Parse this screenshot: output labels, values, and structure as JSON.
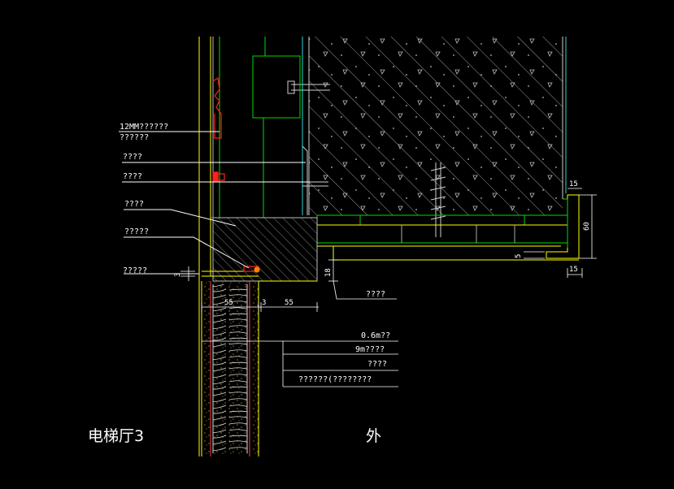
{
  "colors": {
    "background": "#000000",
    "wall_hatch": "#bdbdbd",
    "finish_line": "#ffff00",
    "frame_green": "#00dd00",
    "glass_cyan": "#33d6d6",
    "fixing_red": "#ff2020",
    "annotation": "#ffffff",
    "wood_fill": "#b07020"
  },
  "leaders": [
    {
      "text": "12MM??????",
      "text2": "??????"
    },
    {
      "text": "????"
    },
    {
      "text": "????"
    },
    {
      "text": "????"
    },
    {
      "text": "?????"
    },
    {
      "text": "?????"
    }
  ],
  "right_note": "????",
  "stack_notes": [
    "0.6m??",
    "9m????",
    "????",
    "??????(????????"
  ],
  "dims": {
    "d3_left": "3",
    "d55_a": "55",
    "d3_mid": "3",
    "d55_b": "55",
    "d18": "18",
    "d15_top": "15",
    "d60": "60",
    "d5": "5",
    "d15_bot": "15"
  },
  "room_labels": {
    "left": "电梯厅3",
    "right": "外"
  }
}
